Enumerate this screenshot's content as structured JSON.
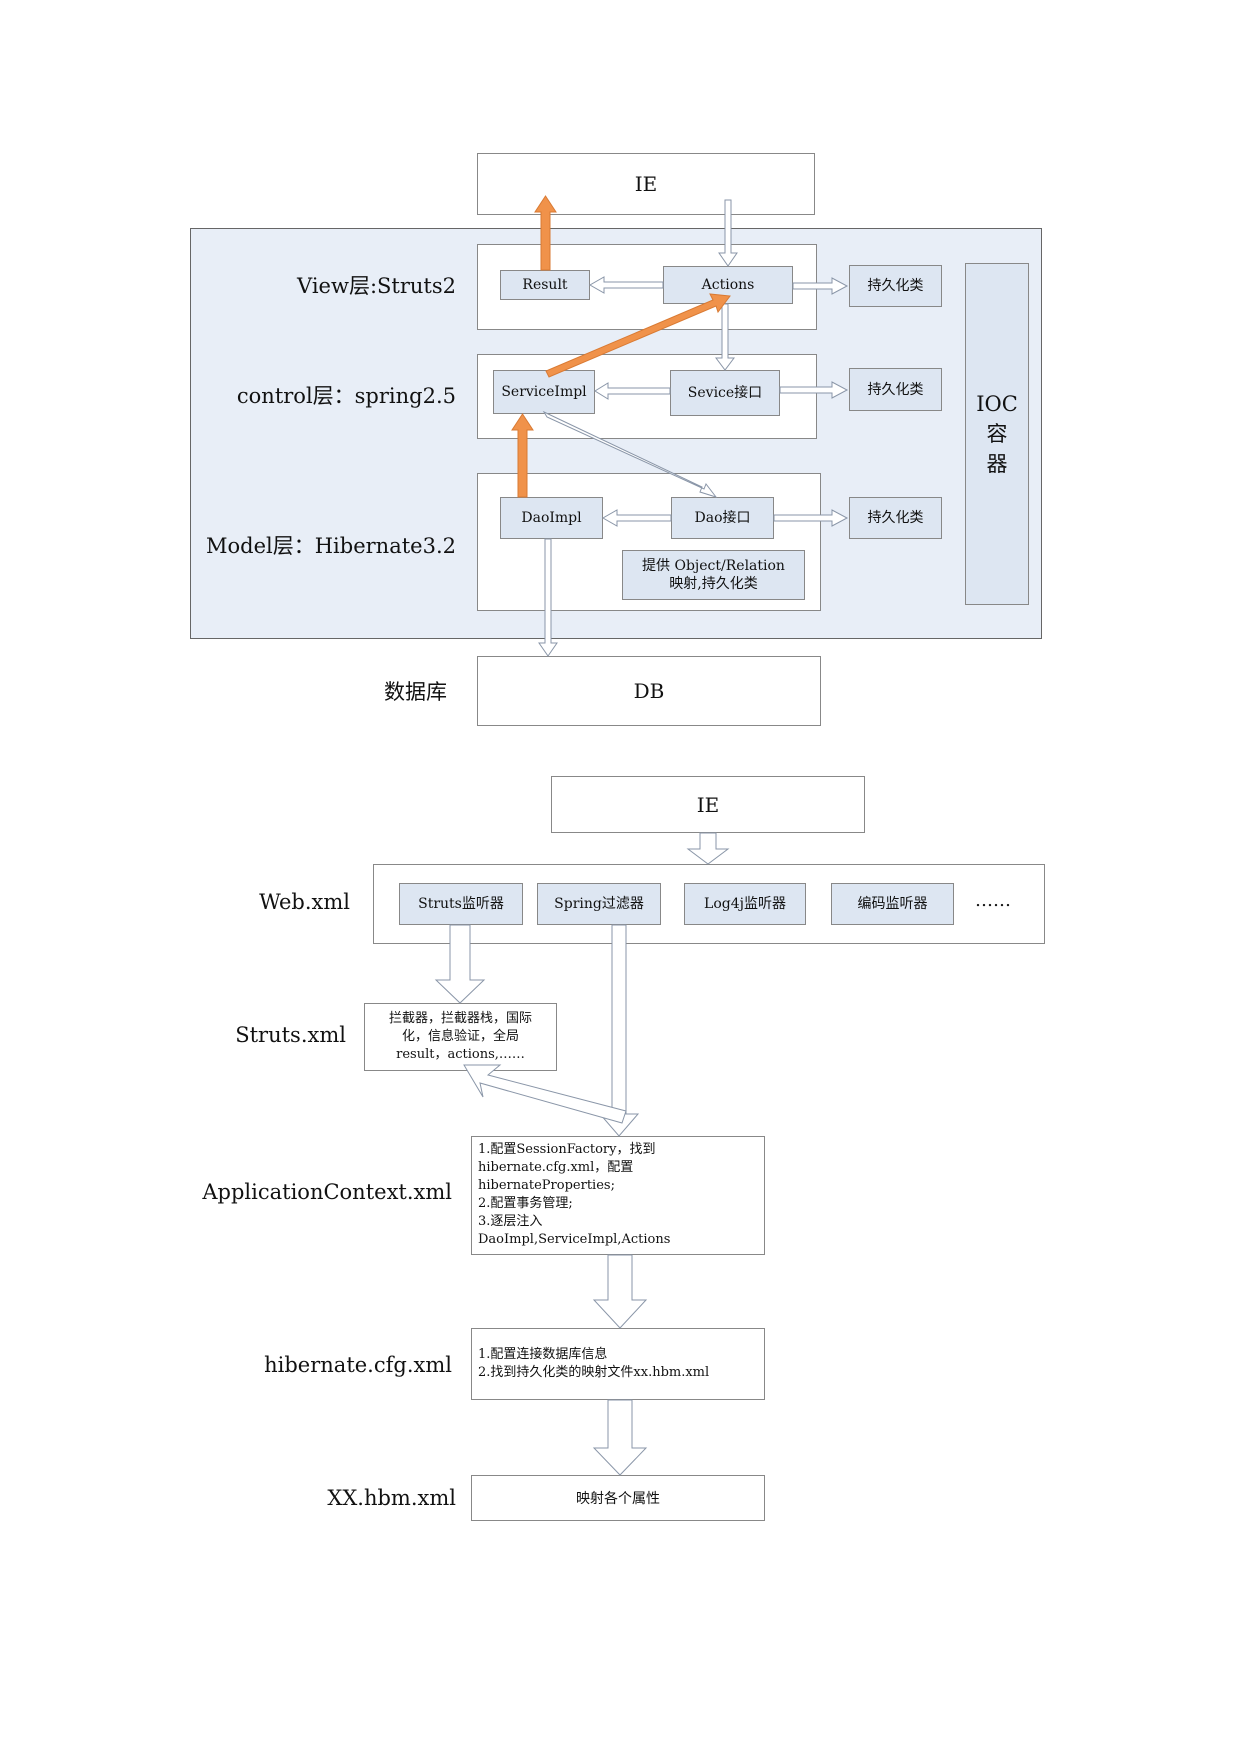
{
  "top": {
    "ie": "IE",
    "labels": {
      "view": "View层:Struts2",
      "control": "control层：spring2.5",
      "model": "Model层：Hibernate3.2",
      "db": "数据库"
    },
    "nodes": {
      "result": "Result",
      "actions": "Actions",
      "persist1": "持久化类",
      "service_impl": "ServiceImpl",
      "service_iface": "Sevice接口",
      "persist2": "持久化类",
      "dao_impl": "DaoImpl",
      "dao_iface": "Dao接口",
      "persist3": "持久化类",
      "orm_line1": "提供 Object/Relation",
      "orm_line2": "映射,持久化类",
      "ioc": [
        "IOC",
        "容",
        "器"
      ],
      "db": "DB"
    }
  },
  "bottom": {
    "ie": "IE",
    "labels": {
      "web": "Web.xml",
      "struts": "Struts.xml",
      "appctx": "ApplicationContext.xml",
      "hibernate": "hibernate.cfg.xml",
      "hbm": "XX.hbm.xml"
    },
    "web_items": [
      "Struts监听器",
      "Spring过滤器",
      "Log4j监听器",
      "编码监听器",
      "……"
    ],
    "struts_lines": [
      "拦截器，拦截器栈，国际",
      "化，信息验证，全局",
      "result，actions,……"
    ],
    "appctx_lines": [
      "1.配置SessionFactory，找到",
      "hibernate.cfg.xml，配置",
      "hibernateProperties;",
      "2.配置事务管理;",
      "3.逐层注入",
      "DaoImpl,ServiceImpl,Actions"
    ],
    "hibernate_lines": [
      "1.配置连接数据库信息",
      "2.找到持久化类的映射文件xx.hbm.xml"
    ],
    "hbm_text": "映射各个属性"
  },
  "colors": {
    "panel": "#e8eef7",
    "node": "#dde6f2",
    "orange_arrow": "#f0924a",
    "hollow_arrow_stroke": "#8a96a8"
  }
}
